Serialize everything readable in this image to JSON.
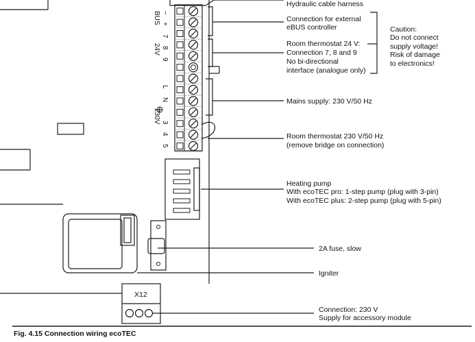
{
  "labels": {
    "hydraulic": "Hydraulic cable harness",
    "ebus_1": "Connection for external",
    "ebus_2": "eBUS controller",
    "rt24_1": "Room thermostat 24 V:",
    "rt24_2": "Connection 7, 8 and 9",
    "rt24_3": "No bi-directional",
    "rt24_4": "interface (analogue only)",
    "caution_1": "Caution:",
    "caution_2": "Do not connect",
    "caution_3": "supply voltage!",
    "caution_4": "Risk of damage",
    "caution_5": "to electronics!",
    "mains": "Mains supply: 230 V/50 Hz",
    "rt230_1": "Room thermostat 230 V/50 Hz",
    "rt230_2": "(remove bridge on connection)",
    "pump_1": "Heating pump",
    "pump_2": "With ecoTEC pro: 1-step pump (plug with 3-pin)",
    "pump_3": "With ecoTEC plus: 2-step pump (plug with 5-pin)",
    "fuse": "2A fuse, slow",
    "igniter": "Igniter",
    "conn_1": "Connection: 230 V",
    "conn_2": "Supply for accessory module",
    "x12": "X12"
  },
  "terminal_labels": {
    "bus": "BUS",
    "minus": "−",
    "plus": "+",
    "v24": "24V",
    "t7": "7",
    "t8": "8",
    "t9": "9",
    "tL": "L",
    "tN": "N",
    "v230": "230V",
    "t3": "3",
    "t4": "4",
    "t5": "5"
  },
  "caption": "Fig. 4.15 Connection wiring ecoTEC"
}
